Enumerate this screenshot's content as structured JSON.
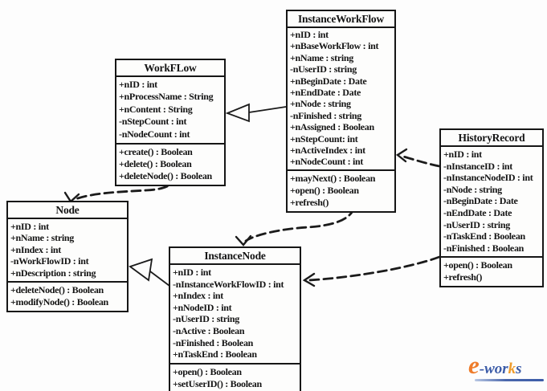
{
  "diagram": {
    "type": "uml-class-diagram",
    "classes": [
      {
        "id": "workflow",
        "name": "WorkFLow",
        "attributes": [
          "+nID : int",
          "+nProcessName : String",
          "+nContent : String",
          "-nStepCount : int",
          "-nNodeCount : int"
        ],
        "methods": [
          "+create() : Boolean",
          "+delete() : Boolean",
          "+deleteNode() : Boolean"
        ]
      },
      {
        "id": "instanceworkflow",
        "name": "InstanceWorkFlow",
        "attributes": [
          "+nID : int",
          "+nBaseWorkFlow : int",
          "+nName : string",
          "-nUserID : string",
          "+nBeginDate : Date",
          "+nEndDate : Date",
          "+nNode : string",
          "-nFinished : string",
          "+nAssigned : Boolean",
          "+nStepCount: int",
          "+nActiveIndex : int",
          "+nNodeCount : int"
        ],
        "methods": [
          "+mayNext() : Boolean",
          "+open() : Boolean",
          "+refresh()"
        ]
      },
      {
        "id": "historyrecord",
        "name": "HistoryRecord",
        "attributes": [
          "+nID : int",
          "-nInstanceID : int",
          "-nInstanceNodeID : int",
          "-nNode : string",
          "-nBeginDate : Date",
          "-nEndDate : Date",
          "-nUserID : string",
          "-nTaskEnd : Boolean",
          "-nFinished : Boolean"
        ],
        "methods": [
          "+open() : Boolean",
          "+refresh()"
        ]
      },
      {
        "id": "node",
        "name": "Node",
        "attributes": [
          "+nID : int",
          "+nName : string",
          "+nIndex : int",
          "-nWorkFlowID : int",
          "+nDescription : string"
        ],
        "methods": [
          "+deleteNode() : Boolean",
          "+modifyNode() : Boolean"
        ]
      },
      {
        "id": "instancenode",
        "name": "InstanceNode",
        "attributes": [
          "+nID : int",
          "-nInstanceWorkFlowID : int",
          "+nIndex : int",
          "+nNodeID : int",
          "-nUserID : string",
          "-nActive : Boolean",
          "-nFinished : Boolean",
          "+nTaskEnd : Boolean"
        ],
        "methods": [
          "+open() : Boolean",
          "+setUserID() : Boolean"
        ]
      }
    ],
    "connectors": [
      {
        "from": "InstanceWorkFlow",
        "to": "WorkFLow",
        "type": "generalization",
        "line": "solid",
        "arrowhead": "hollow-triangle"
      },
      {
        "from": "WorkFLow",
        "to": "Node",
        "type": "dependency",
        "line": "dashed",
        "arrowhead": "open"
      },
      {
        "from": "InstanceWorkFlow",
        "to": "InstanceNode",
        "type": "dependency",
        "line": "dashed",
        "arrowhead": "open"
      },
      {
        "from": "HistoryRecord",
        "to": "InstanceWorkFlow",
        "type": "dependency",
        "line": "dashed",
        "arrowhead": "open"
      },
      {
        "from": "HistoryRecord",
        "to": "InstanceNode",
        "type": "dependency",
        "line": "dashed",
        "arrowhead": "open"
      },
      {
        "from": "InstanceNode",
        "to": "Node",
        "type": "generalization",
        "line": "solid",
        "arrowhead": "hollow-triangle"
      }
    ]
  },
  "logo": {
    "e": "e",
    "dash_wor": "-wor",
    "k": "k",
    "s": "s",
    "orange": "#ee7c2b",
    "blue": "#3c5ca8"
  }
}
